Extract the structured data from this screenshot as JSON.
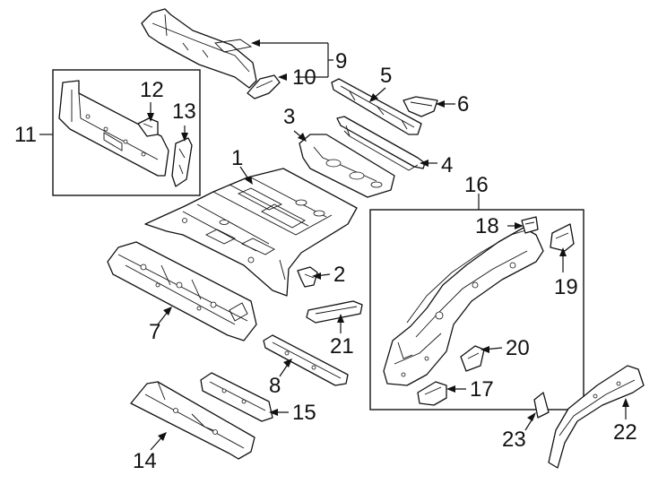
{
  "callouts": {
    "c1": "1",
    "c2": "2",
    "c3": "3",
    "c4": "4",
    "c5": "5",
    "c6": "6",
    "c7": "7",
    "c8": "8",
    "c9": "9",
    "c10": "10",
    "c11": "11",
    "c12": "12",
    "c13": "13",
    "c14": "14",
    "c15": "15",
    "c16": "16",
    "c17": "17",
    "c18": "18",
    "c19": "19",
    "c20": "20",
    "c21": "21",
    "c22": "22",
    "c23": "23"
  },
  "colors": {
    "ink": "#111111",
    "background": "#ffffff"
  }
}
